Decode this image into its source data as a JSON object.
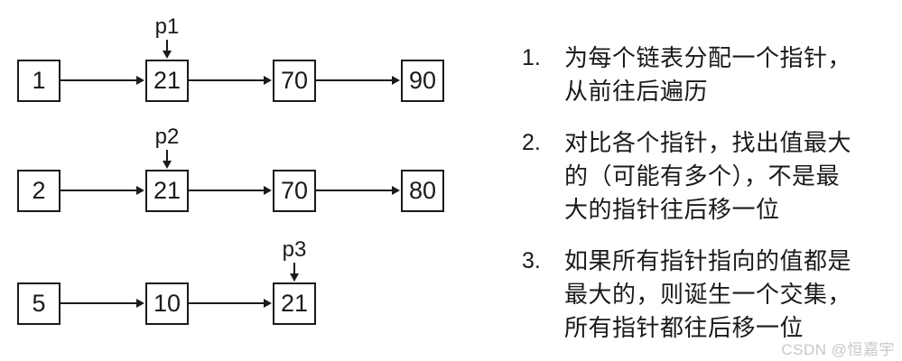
{
  "diagram": {
    "lists": [
      {
        "nodes": [
          "1",
          "21",
          "70",
          "90"
        ],
        "pointer": {
          "label": "p1",
          "node_index": 1
        }
      },
      {
        "nodes": [
          "2",
          "21",
          "70",
          "80"
        ],
        "pointer": {
          "label": "p2",
          "node_index": 1
        }
      },
      {
        "nodes": [
          "5",
          "10",
          "21"
        ],
        "pointer": {
          "label": "p3",
          "node_index": 2
        }
      }
    ]
  },
  "steps": [
    {
      "number": "1.",
      "lines": [
        "为每个链表分配一个指针，",
        "从前往后遍历"
      ]
    },
    {
      "number": "2.",
      "lines": [
        "对比各个指针，找出值最大",
        "的（可能有多个），不是最",
        "大的指针往后移一位"
      ]
    },
    {
      "number": "3.",
      "lines": [
        "如果所有指针指向的值都是",
        "最大的，则诞生一个交集，",
        "所有指针都往后移一位"
      ]
    }
  ],
  "watermark": {
    "text": "CSDN @恒嘉宇"
  },
  "colors": {
    "ink": "#1a1a1a",
    "watermark": "#c7c7cd",
    "background": "#ffffff"
  }
}
